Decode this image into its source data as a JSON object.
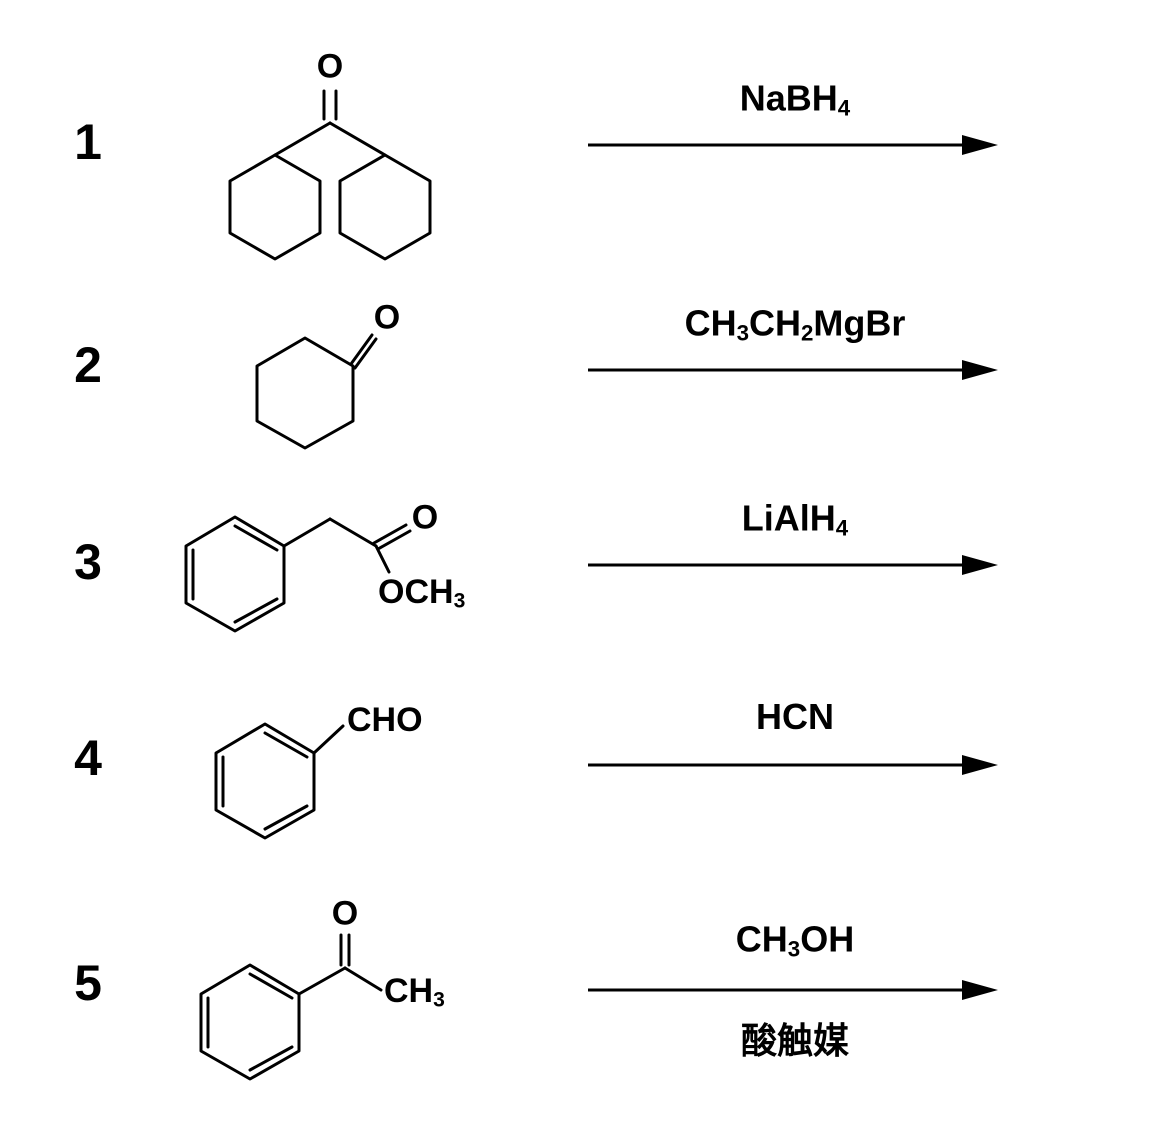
{
  "rows": [
    {
      "number": "1",
      "structure_name": "dicyclohexylmethanone",
      "labels": {
        "o": "O"
      },
      "reagent": [
        {
          "text": "NaBH"
        },
        {
          "sub": "4"
        }
      ]
    },
    {
      "number": "2",
      "structure_name": "cyclohexanone",
      "labels": {
        "o": "O"
      },
      "reagent": [
        {
          "text": "CH"
        },
        {
          "sub": "3"
        },
        {
          "text": "CH"
        },
        {
          "sub": "2"
        },
        {
          "text": "MgBr"
        }
      ]
    },
    {
      "number": "3",
      "structure_name": "methyl-phenylacetate",
      "labels": {
        "o": "O",
        "och3": [
          {
            "text": "OCH"
          },
          {
            "sub": "3"
          }
        ]
      },
      "reagent": [
        {
          "text": "LiAlH"
        },
        {
          "sub": "4"
        }
      ]
    },
    {
      "number": "4",
      "structure_name": "benzaldehyde",
      "labels": {
        "cho": "CHO"
      },
      "reagent": [
        {
          "text": "HCN"
        }
      ]
    },
    {
      "number": "5",
      "structure_name": "acetophenone",
      "labels": {
        "o": "O",
        "ch3": [
          {
            "text": "CH"
          },
          {
            "sub": "3"
          }
        ]
      },
      "reagent": [
        {
          "text": "CH"
        },
        {
          "sub": "3"
        },
        {
          "text": "OH"
        }
      ],
      "condition_below": "酸触媒"
    }
  ]
}
